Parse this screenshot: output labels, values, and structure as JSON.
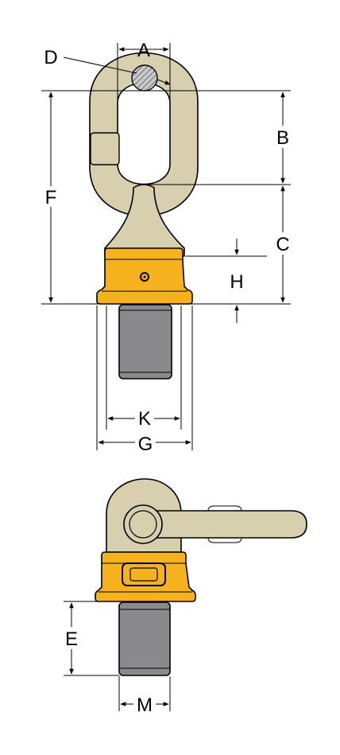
{
  "labels": {
    "A": "A",
    "B": "B",
    "C": "C",
    "D": "D",
    "E": "E",
    "F": "F",
    "G": "G",
    "H": "H",
    "K": "K",
    "M": "M"
  },
  "colors": {
    "ring": "#d8cfae",
    "body_yellow": "#f5b21c",
    "thread_gray": "#8a8a8c",
    "hatch_gray": "#9a9a9a",
    "line": "#000000"
  }
}
